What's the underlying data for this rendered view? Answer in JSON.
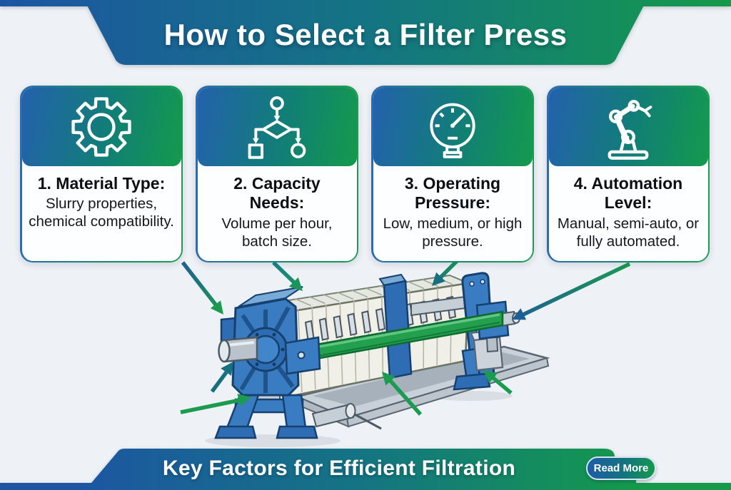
{
  "header": {
    "title": "How to Select a Filter Press"
  },
  "cards": [
    {
      "icon": "gear-icon",
      "title": "1. Material Type:",
      "description": "Slurry properties, chemical compatibility."
    },
    {
      "icon": "flowchart-icon",
      "title": "2. Capacity Needs:",
      "description": "Volume per hour, batch size."
    },
    {
      "icon": "pressure-gauge-icon",
      "title": "3. Operating Pressure:",
      "description": "Low, medium, or high pressure."
    },
    {
      "icon": "robot-arm-icon",
      "title": "4. Automation Level:",
      "description": "Manual, semi-auto, or fully automated."
    }
  ],
  "illustration": {
    "name": "filter-press-machine",
    "arrow_count": 8
  },
  "footer": {
    "title": "Key Factors for Efficient Filtration",
    "read_more_label": "Read More"
  },
  "colors": {
    "background": "#eef1f5",
    "banner_blue": "#1d55a3",
    "banner_teal": "#147483",
    "banner_green": "#149a4a",
    "card_text": "#0e1318",
    "arrow_green": "#1a9b4f",
    "arrow_teal": "#17707f",
    "machine_blue": "#3a7cc2",
    "machine_dark_blue": "#16406e",
    "machine_green_rail": "#23a04e",
    "plate_cream": "#f1f0e8",
    "metal_gray": "#c7cfd6"
  }
}
